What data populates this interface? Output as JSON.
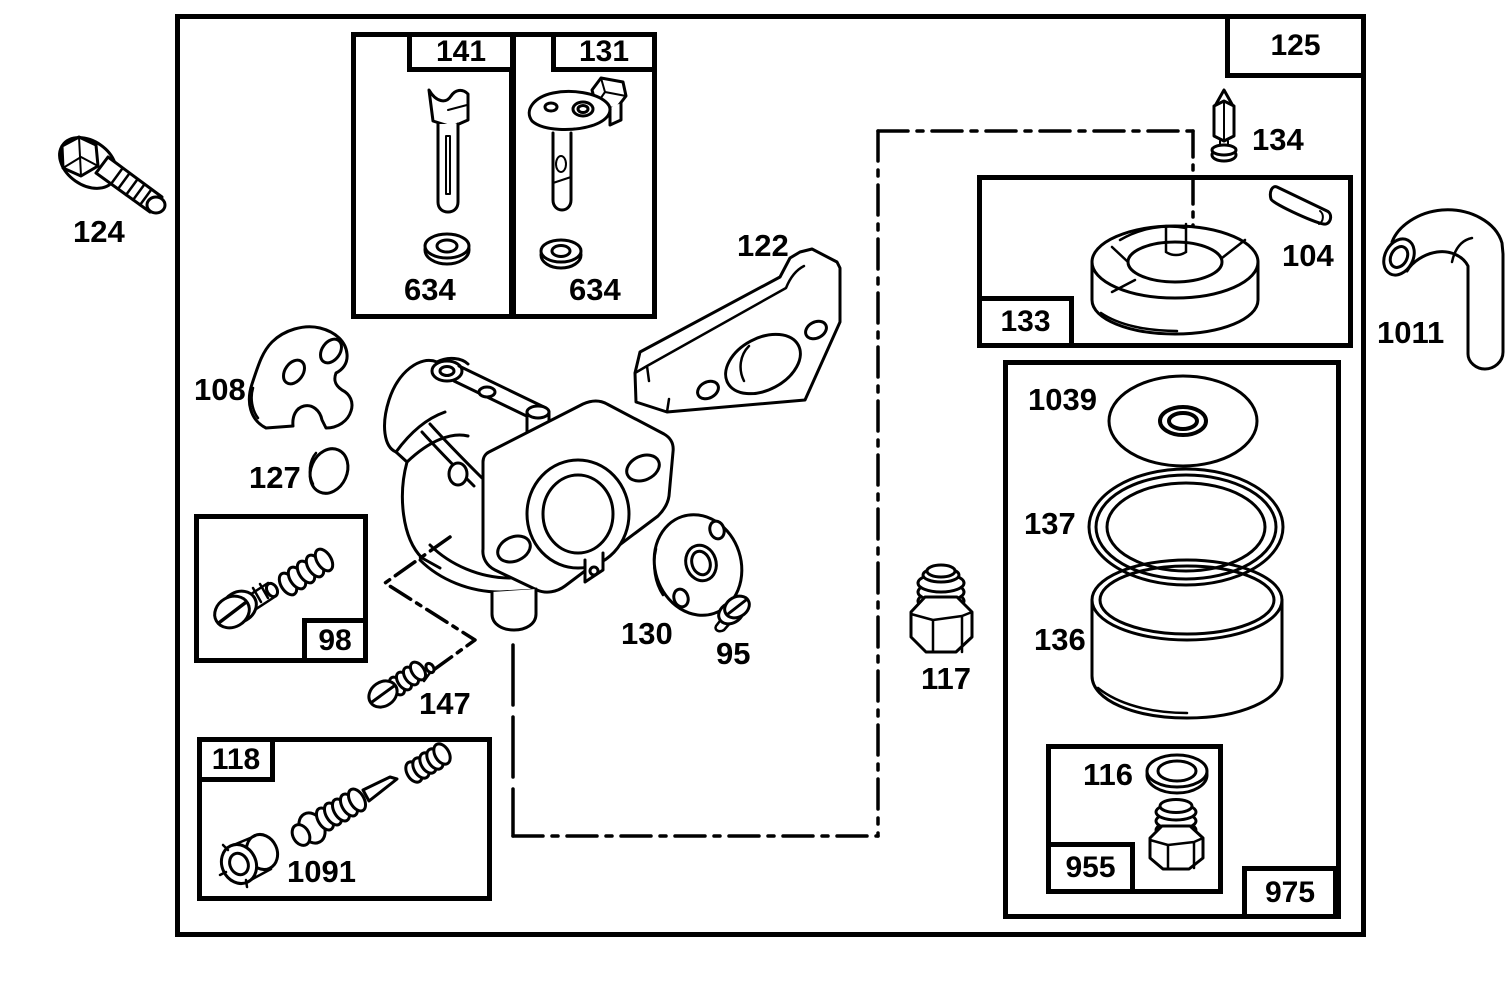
{
  "figure": {
    "kind": "exploded-parts-diagram",
    "subject": "carburetor assembly line drawing",
    "ink_color": "#000000",
    "paper_color": "#ffffff"
  },
  "labels": {
    "l124": "124",
    "l141": "141",
    "l131": "131",
    "l634a": "634",
    "l634b": "634",
    "l125": "125",
    "l134": "134",
    "l133": "133",
    "l104": "104",
    "l1011": "1011",
    "l122": "122",
    "l108": "108",
    "l127": "127",
    "l98": "98",
    "l147": "147",
    "l130": "130",
    "l95": "95",
    "l117": "117",
    "l1039": "1039",
    "l137": "137",
    "l136": "136",
    "l116": "116",
    "l955": "955",
    "l975": "975",
    "l118": "118",
    "l1091": "1091"
  },
  "parts": [
    {
      "number": "124",
      "drawing": "hex-flange-bolt"
    },
    {
      "number": "141",
      "drawing": "throttle-shaft (boxed kit)"
    },
    {
      "number": "131",
      "drawing": "choke-shaft-lever (boxed kit)"
    },
    {
      "number": "634",
      "drawing": "foam-seal-washer (appears twice)"
    },
    {
      "number": "125",
      "drawing": "callout-box-label"
    },
    {
      "number": "134",
      "drawing": "inlet-needle-valve"
    },
    {
      "number": "133",
      "drawing": "float (boxed)"
    },
    {
      "number": "104",
      "drawing": "float-hinge-pin"
    },
    {
      "number": "1011",
      "drawing": "elbow-hose"
    },
    {
      "number": "122",
      "drawing": "spacer-gasket-plate"
    },
    {
      "number": "108",
      "drawing": "control-bracket-plate"
    },
    {
      "number": "127",
      "drawing": "choke-valve-disc"
    },
    {
      "number": "98",
      "drawing": "screw-and-spring (boxed kit)"
    },
    {
      "number": "147",
      "drawing": "idle-speed-screw-with-spring"
    },
    {
      "number": "130",
      "drawing": "cover-disc"
    },
    {
      "number": "95",
      "drawing": "small-screw"
    },
    {
      "number": "117",
      "drawing": "hex-inlet-fitting"
    },
    {
      "number": "1039",
      "drawing": "bowl-gasket-diaphragm"
    },
    {
      "number": "137",
      "drawing": "o-ring-seal"
    },
    {
      "number": "136",
      "drawing": "float-bowl-cup"
    },
    {
      "number": "116",
      "drawing": "sealing-washer"
    },
    {
      "number": "955",
      "drawing": "bowl-nut (boxed)"
    },
    {
      "number": "975",
      "drawing": "callout-box-label"
    },
    {
      "number": "118",
      "drawing": "jet-kit (boxed)"
    },
    {
      "number": "1091",
      "drawing": "main-jet-needle-with-spring-and-cap"
    },
    {
      "number": "",
      "drawing": "carburetor-body (unlabeled center drawing)"
    }
  ]
}
